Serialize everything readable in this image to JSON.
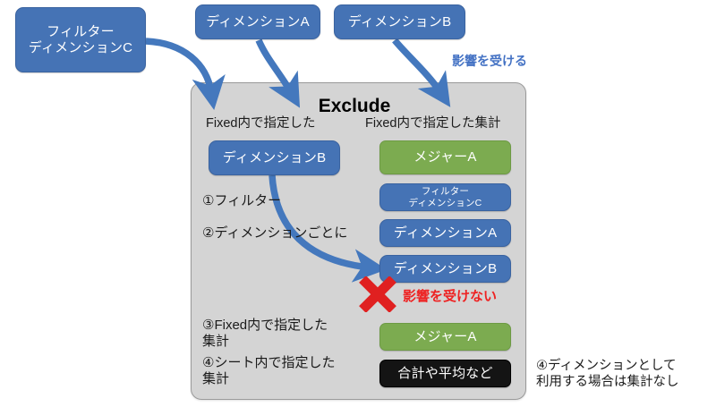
{
  "colors": {
    "blue": "#4573b5",
    "green": "#7cab50",
    "black": "#141414",
    "panel_gray": "#d4d4d4",
    "note_blue": "#4472c4",
    "note_red": "#ee2222",
    "x_red": "#e02020"
  },
  "top_nodes": [
    {
      "id": "filter-dimension-c",
      "label": "フィルター\nディメンションC"
    },
    {
      "id": "dimension-a",
      "label": "ディメンションA"
    },
    {
      "id": "dimension-b",
      "label": "ディメンションB"
    }
  ],
  "notes": {
    "affected": "影響を受ける",
    "not_affected": "影響を受けない",
    "footer": "④ディメンションとして\n利用する場合は集計なし"
  },
  "panel": {
    "title": "Exclude",
    "column_headers": {
      "left": "Fixed内で指定した",
      "right": "Fixed内で指定した集計"
    },
    "left_boxes": [
      {
        "id": "panel-dimension-b",
        "label": "ディメンションB",
        "color": "blue"
      }
    ],
    "right_boxes": [
      {
        "id": "panel-measure-a-top",
        "label": "メジャーA",
        "color": "green"
      }
    ],
    "steps": [
      {
        "num": "①",
        "text": "①フィルター"
      },
      {
        "num": "②",
        "text": "②ディメンションごとに"
      },
      {
        "num": "③",
        "text": "③Fixed内で指定した\n  集計"
      },
      {
        "num": "④",
        "text": "④シート内で指定した\n  集計"
      }
    ],
    "stack_boxes": [
      {
        "id": "stack-filter-dimension-c",
        "label": "フィルター\nディメンションC",
        "color": "blue",
        "small": true
      },
      {
        "id": "stack-dimension-a",
        "label": "ディメンションA",
        "color": "blue",
        "small": false
      },
      {
        "id": "stack-dimension-b",
        "label": "ディメンションB",
        "color": "blue",
        "small": false
      }
    ],
    "bottom_boxes": [
      {
        "id": "bottom-measure-a",
        "label": "メジャーA",
        "color": "green"
      },
      {
        "id": "bottom-aggregate",
        "label": "合計や平均など",
        "color": "black"
      }
    ]
  }
}
